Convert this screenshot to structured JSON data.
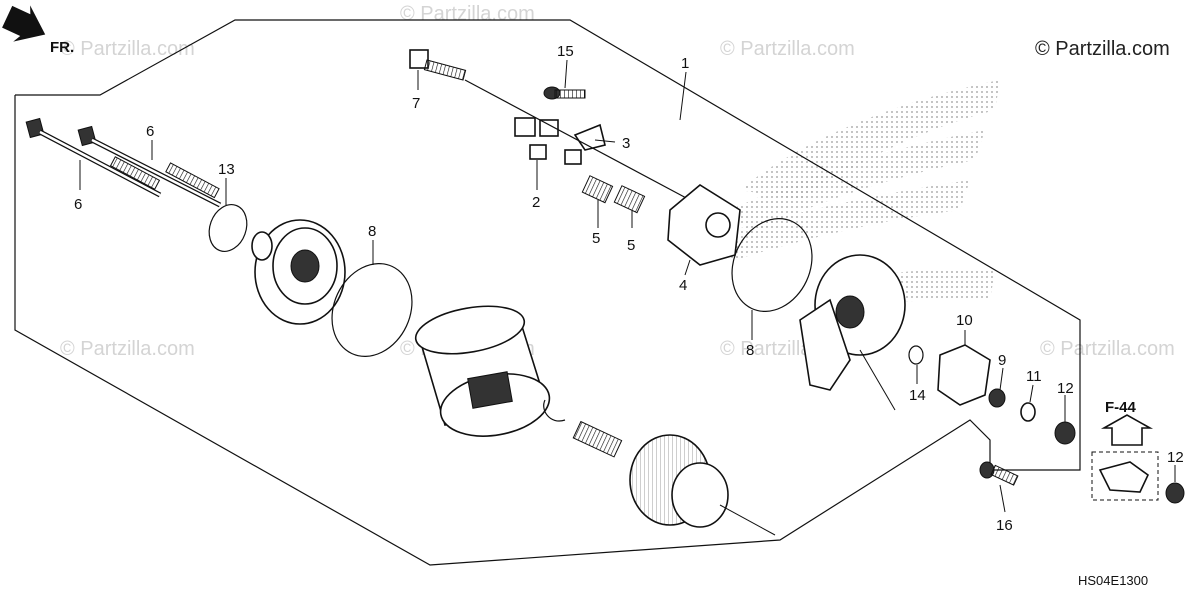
{
  "diagram": {
    "direction_label": "FR.",
    "copyright": "© Partzilla.com",
    "watermark_text": "© Partzilla.com",
    "section_ref": "F-44",
    "diagram_code": "HS04E1300",
    "callouts": [
      "1",
      "2",
      "3",
      "4",
      "5",
      "5",
      "6",
      "6",
      "7",
      "8",
      "8",
      "9",
      "10",
      "11",
      "12",
      "12",
      "13",
      "14",
      "15",
      "16"
    ]
  },
  "colors": {
    "line": "#111111",
    "watermark": "#d4d4d4",
    "background": "#ffffff"
  }
}
